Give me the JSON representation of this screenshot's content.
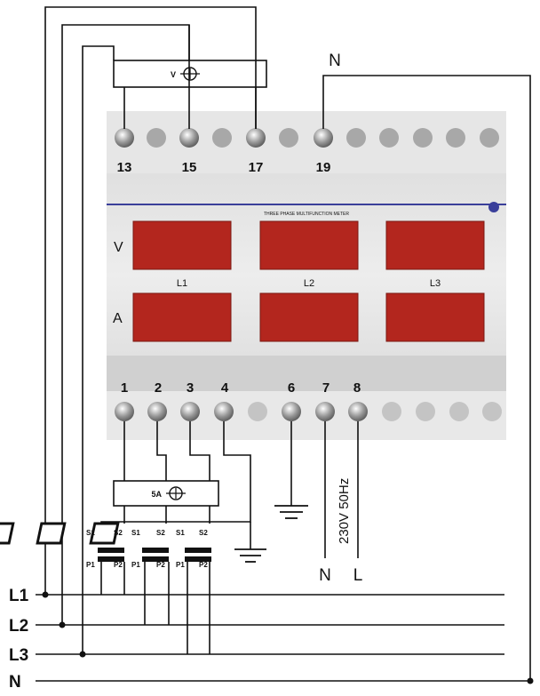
{
  "meter": {
    "header_text": "THREE PHASE MULTIFUNCTION METER",
    "top_terminals": [
      "13",
      "15",
      "17",
      "19"
    ],
    "bottom_terminals": [
      "1",
      "2",
      "3",
      "4",
      "6",
      "7",
      "8"
    ],
    "row_v": "V",
    "row_a": "A",
    "phase_labels": [
      "L1",
      "L2",
      "L3"
    ],
    "display_color": "#b3261e",
    "body_color": "#e2e2e2"
  },
  "voltage_box": {
    "label": "V"
  },
  "current_box": {
    "label": "5A"
  },
  "ct": {
    "s1": "S1",
    "s2": "S2",
    "p1": "P1",
    "p2": "P2"
  },
  "supply": {
    "rating": "230V 50Hz",
    "n": "N",
    "l": "L"
  },
  "neutral_top": "N",
  "lines": [
    "L1",
    "L2",
    "L3",
    "N"
  ]
}
